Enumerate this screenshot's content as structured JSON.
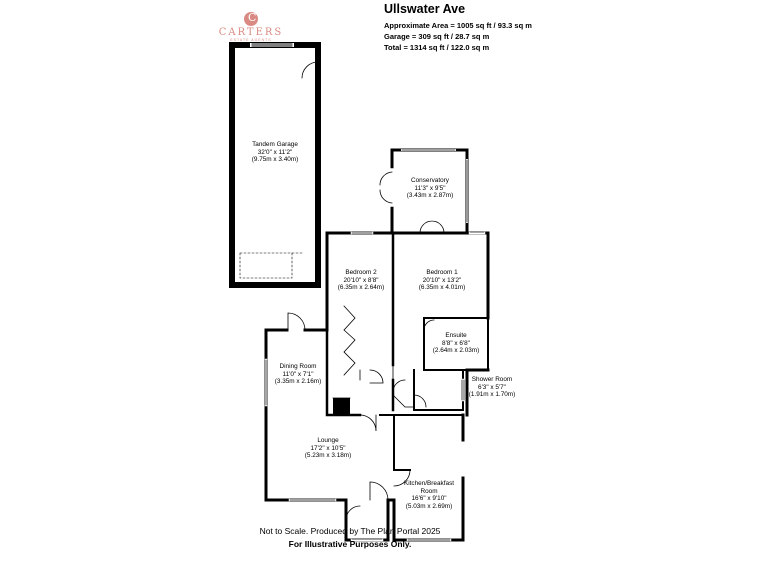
{
  "title": "Ullswater Ave",
  "areas": [
    "Approximate Area = 1005 sq ft / 93.3 sq m",
    "Garage = 309 sq ft / 28.7 sq m",
    "Total = 1314 sq ft / 122.0 sq m"
  ],
  "logo": {
    "name": "CARTERS",
    "subtitle": "ESTATE AGENTS",
    "color": "#d98a83"
  },
  "rooms": [
    {
      "name": "Tandem Garage",
      "imperial": "32'0\" x 11'2\"",
      "metric": "(9.75m x 3.40m)"
    },
    {
      "name": "Conservatory",
      "imperial": "11'3\" x 9'5\"",
      "metric": "(3.43m x 2.87m)"
    },
    {
      "name": "Bedroom 2",
      "imperial": "20'10\" x 8'8\"",
      "metric": "(6.35m x 2.64m)"
    },
    {
      "name": "Bedroom 1",
      "imperial": "20'10\" x 13'2\"",
      "metric": "(6.35m x 4.01m)"
    },
    {
      "name": "Ensuite",
      "imperial": "8'8\" x 6'8\"",
      "metric": "(2.64m x 2.03m)"
    },
    {
      "name": "Dining Room",
      "imperial": "11'0\" x 7'1\"",
      "metric": "(3.35m x 2.16m)"
    },
    {
      "name": "Shower Room",
      "imperial": "6'3\" x 5'7\"",
      "metric": "(1.91m x 1.70m)"
    },
    {
      "name": "Lounge",
      "imperial": "17'2\" x 10'5\"",
      "metric": "(5.23m x 3.18m)"
    },
    {
      "name": "Kitchen/Breakfast Room",
      "imperial": "16'6\" x 9'10\"",
      "metric": "(5.03m x 2.69m)"
    }
  ],
  "footer": {
    "line1": "Not to Scale. Produced by The Plan Portal 2025",
    "line2": "For Illustrative Purposes Only."
  }
}
